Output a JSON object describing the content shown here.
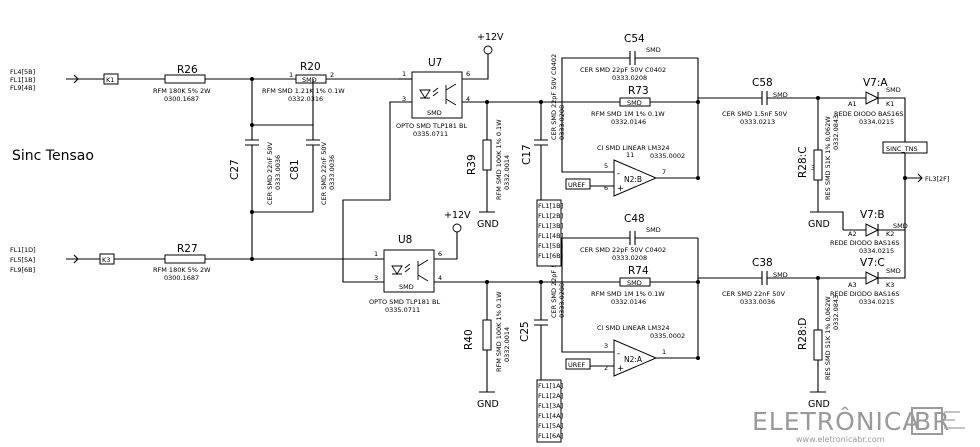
{
  "title": "Sinc Tensao",
  "supplies": {
    "v12": "+12V",
    "gnd": "GND"
  },
  "inputs": {
    "top": [
      "FL4[5B]",
      "FL1[1B]",
      "FL9[4B]"
    ],
    "bottom": [
      "FL1[1D]",
      "FL5[5A]",
      "FL9[6B]"
    ],
    "k1": "K1",
    "k3": "K3"
  },
  "r26": {
    "ref": "R26",
    "desc": "RFM 180K 5% 2W",
    "pn": "0300.1687"
  },
  "r27": {
    "ref": "R27",
    "desc": "RFM 180K 5% 2W",
    "pn": "0300.1687"
  },
  "r20": {
    "ref": "R20",
    "box": "SMD",
    "desc": "RFM SMD 1.21K 1% 0.1W",
    "pn": "0332.0316"
  },
  "c27": {
    "ref": "C27",
    "desc": "CER SMD 22nF 50V",
    "pn": "0333.0036"
  },
  "c81": {
    "ref": "C81",
    "desc": "CER SMD 22nF 50V",
    "pn": "0333.0036"
  },
  "u7": {
    "ref": "U7",
    "box": "SMD",
    "desc": "OPTO SMD TLP181 BL",
    "pn": "0335.0711"
  },
  "u8": {
    "ref": "U8",
    "box": "SMD",
    "desc": "OPTO SMD TLP181 BL",
    "pn": "0335.0711"
  },
  "r39": {
    "ref": "R39",
    "desc": "RFM SMD 100K 1% 0.1W",
    "pn": "0332.0014"
  },
  "r40": {
    "ref": "R40",
    "desc": "RFM SMD 100K 1% 0.1W",
    "pn": "0332.0014"
  },
  "c17": {
    "ref": "C17",
    "desc": "CER SMD 22pF 50V C0402",
    "pn": "0333.0208"
  },
  "c25": {
    "ref": "C25",
    "desc": "CER SMD 22pF 50V C0402",
    "pn": "0333.0208"
  },
  "c54": {
    "ref": "C54",
    "desc": "CER SMD 22pF 50V C0402",
    "pn": "0333.0208"
  },
  "c48": {
    "ref": "C48",
    "desc": "CER SMD 22pF 50V C0402",
    "pn": "0333.0208"
  },
  "r73": {
    "ref": "R73",
    "desc": "RFM SMD 1M 1% 0.1W",
    "pn": "0332.0146"
  },
  "r74": {
    "ref": "R74",
    "desc": "RFM SMD 1M 1% 0.1W",
    "pn": "0332.0146"
  },
  "n2b": {
    "ref": "N2:B",
    "desc": "CI SMD LINEAR LM324",
    "pn": "0335.0002",
    "uref": "UREF"
  },
  "n2a": {
    "ref": "N2:A",
    "desc": "CI SMD LINEAR LM324",
    "pn": "0335.0002",
    "uref": "UREF"
  },
  "c58": {
    "ref": "C58",
    "desc": "CER SMD 1,5nF 50V",
    "pn": "0333.0213"
  },
  "c38": {
    "ref": "C38",
    "desc": "CER SMD 22nF 50V",
    "pn": "0333.0036"
  },
  "r28c_top": {
    "ref": "R28:C",
    "desc": "RES SMD 51K 1% 0,062W",
    "pn": "0332.0843"
  },
  "r28c_bot": {
    "ref": "R28:D",
    "desc": "RES SMD 51K 1% 0,062W",
    "pn": "0332.0843"
  },
  "v7a": {
    "ref": "V7:A",
    "desc": "REDE DIODO BAS16S",
    "pn": "0334.0215",
    "a": "A1",
    "k": "K1"
  },
  "v7b": {
    "ref": "V7:B",
    "desc": "REDE DIODO BAS16S",
    "pn": "0334.0215",
    "a": "A2",
    "k": "K2"
  },
  "v7c": {
    "ref": "V7:C",
    "desc": "REDE DIODO BAS16S",
    "pn": "0334.0215",
    "a": "A3",
    "k": "K3"
  },
  "net": {
    "sinc": "SINC_TNS",
    "out": "FL3[2F]"
  },
  "flags_mid_top": [
    "FL1[1B]",
    "FL1[2B]",
    "FL1[3B]",
    "FL1[4B]",
    "FL1[5B]",
    "FL1[6B]"
  ],
  "flags_mid_bot": [
    "FL1[1A]",
    "FL1[2A]",
    "FL1[3A]",
    "FL1[4A]",
    "FL1[5A]",
    "FL1[6A]"
  ],
  "pins": {
    "p1": "1",
    "p2": "2",
    "p3": "3",
    "p4": "4",
    "p5": "5",
    "p6": "6",
    "p7": "7",
    "p11": "11"
  },
  "smd": "SMD",
  "watermark": {
    "brand": "ELETRÔNICA",
    "br": "BR",
    "url": "www.eletronicabr.com"
  }
}
